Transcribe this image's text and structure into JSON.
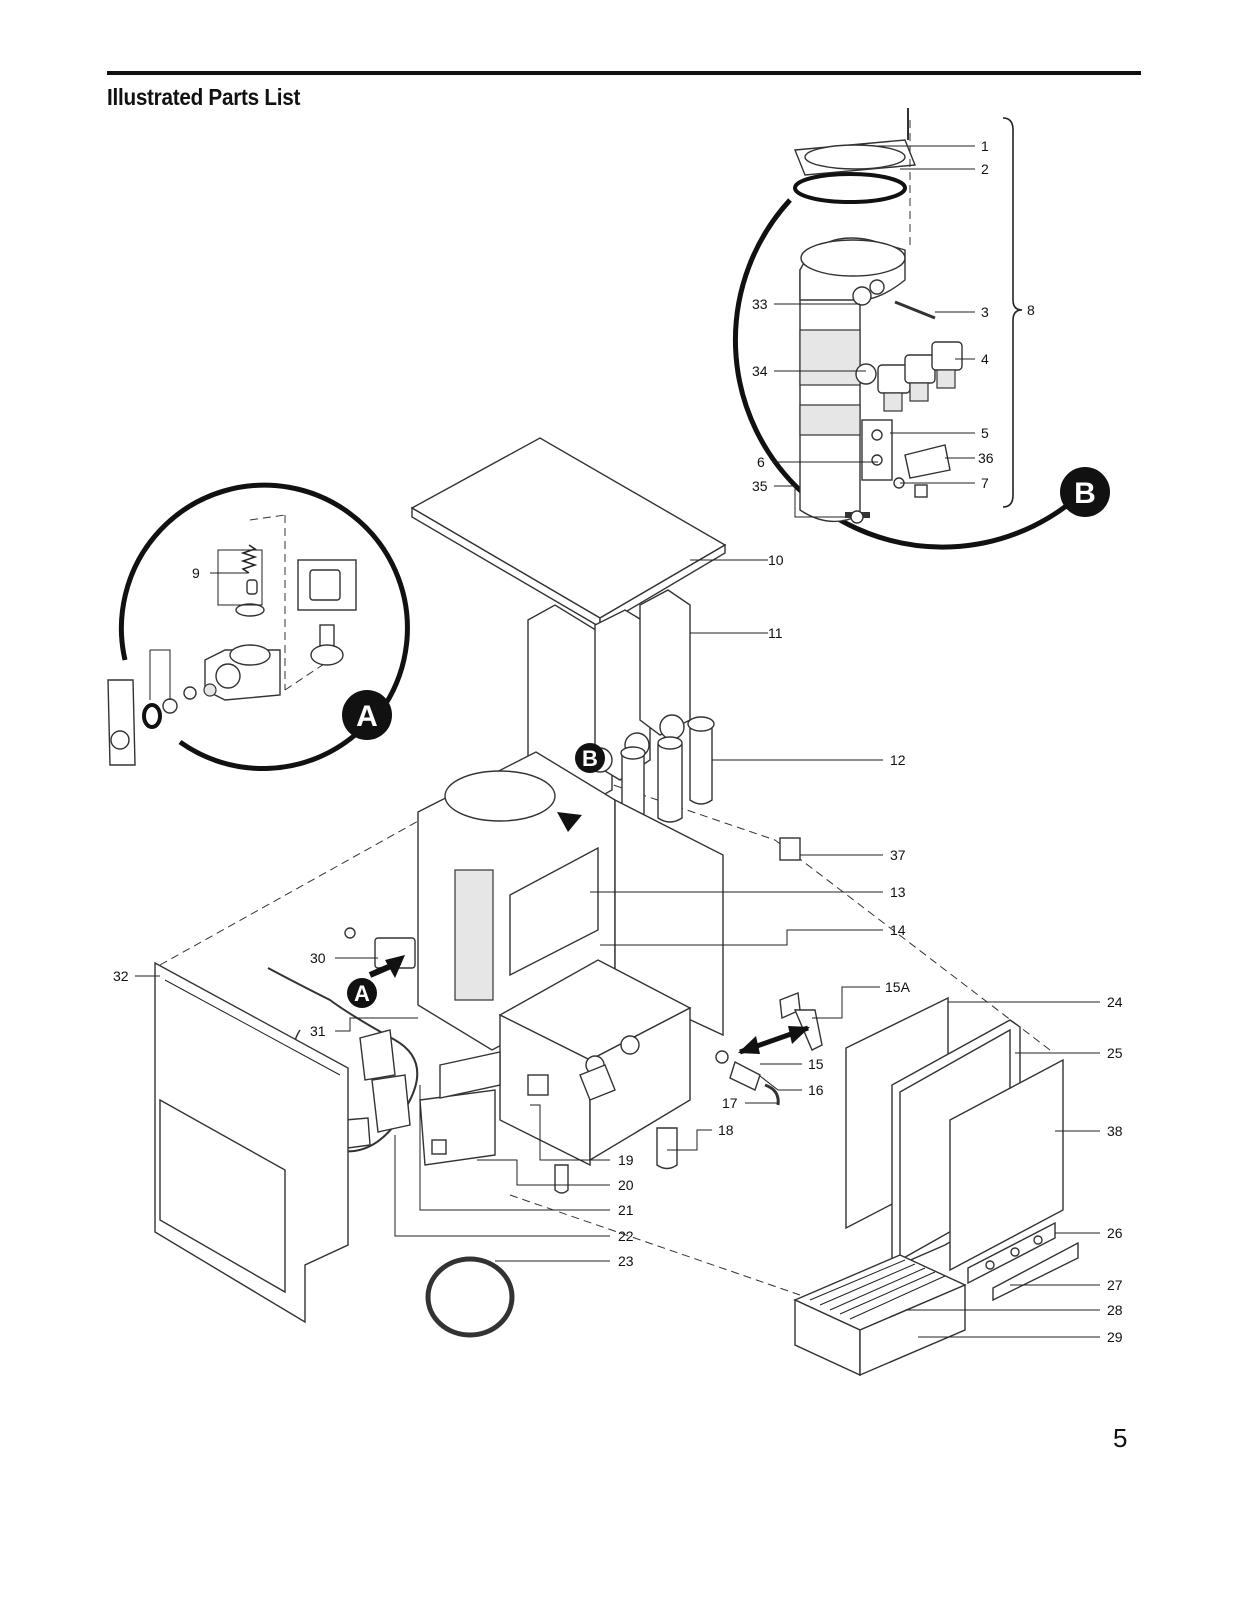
{
  "page": {
    "title": "Illustrated Parts List",
    "page_number": "5"
  },
  "detail_badges": {
    "a": "A",
    "b": "B"
  },
  "callouts": {
    "c1": "1",
    "c2": "2",
    "c3": "3",
    "c4": "4",
    "c5": "5",
    "c6": "6",
    "c7": "7",
    "c8": "8",
    "c9": "9",
    "c10": "10",
    "c11": "11",
    "c12": "12",
    "c13": "13",
    "c14": "14",
    "c15": "15",
    "c15a": "15A",
    "c16": "16",
    "c17": "17",
    "c18": "18",
    "c19": "19",
    "c20": "20",
    "c21": "21",
    "c22": "22",
    "c23": "23",
    "c24": "24",
    "c25": "25",
    "c26": "26",
    "c27": "27",
    "c28": "28",
    "c29": "29",
    "c30": "30",
    "c31": "31",
    "c32": "32",
    "c33": "33",
    "c34": "34",
    "c35": "35",
    "c36": "36",
    "c37": "37",
    "c38": "38"
  }
}
